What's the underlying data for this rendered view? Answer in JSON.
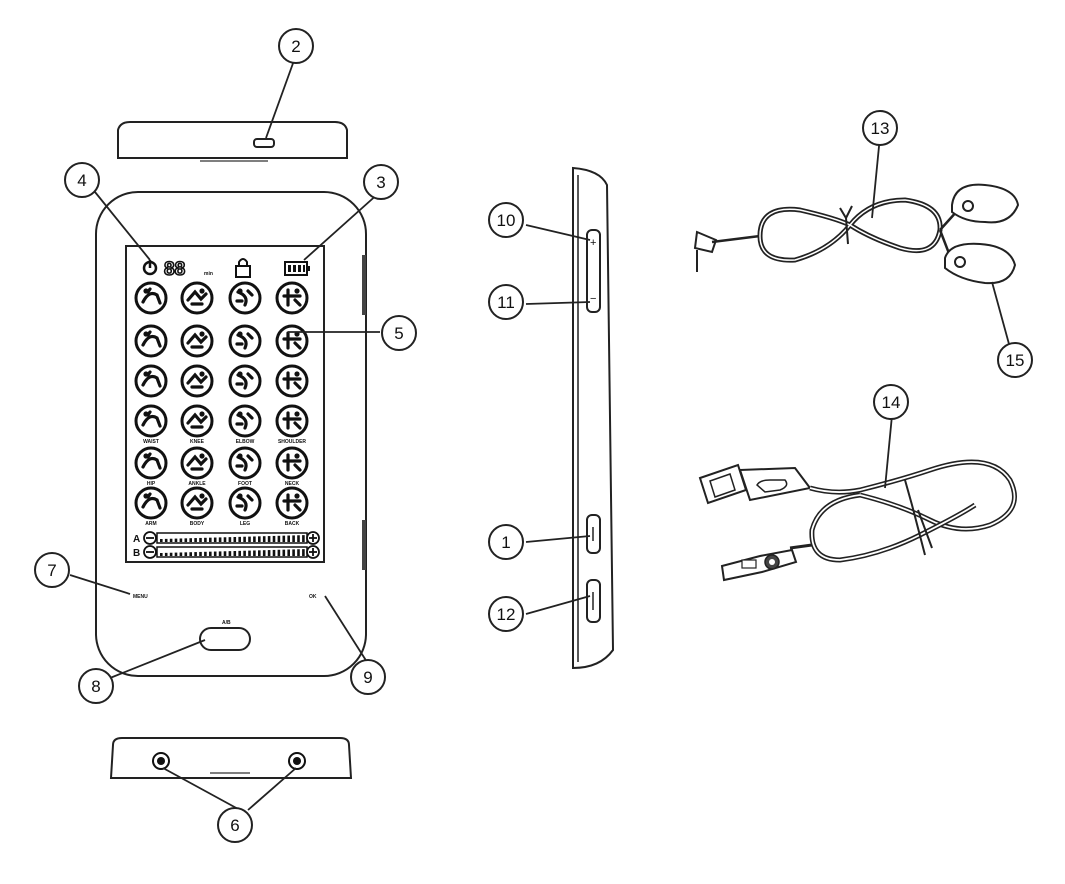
{
  "callouts": [
    {
      "id": "1",
      "label": "1"
    },
    {
      "id": "2",
      "label": "2"
    },
    {
      "id": "3",
      "label": "3"
    },
    {
      "id": "4",
      "label": "4"
    },
    {
      "id": "5",
      "label": "5"
    },
    {
      "id": "6",
      "label": "6"
    },
    {
      "id": "7",
      "label": "7"
    },
    {
      "id": "8",
      "label": "8"
    },
    {
      "id": "9",
      "label": "9"
    },
    {
      "id": "10",
      "label": "10"
    },
    {
      "id": "11",
      "label": "11"
    },
    {
      "id": "12",
      "label": "12"
    },
    {
      "id": "13",
      "label": "13"
    },
    {
      "id": "14",
      "label": "14"
    },
    {
      "id": "15",
      "label": "15"
    }
  ],
  "screen": {
    "timer_digits": "88",
    "timer_unit": "min",
    "channel_a": "A",
    "channel_b": "B",
    "row4_labels": [
      "WAIST",
      "KNEE",
      "ELBOW",
      "SHOULDER"
    ],
    "row5_labels": [
      "HIP",
      "ANKLE",
      "FOOT",
      "NECK"
    ],
    "row6_labels": [
      "ARM",
      "BODY",
      "LEG",
      "BACK"
    ]
  },
  "device": {
    "label_left": "MENU",
    "label_right": "OK",
    "center_button_label": "A/B"
  },
  "side_buttons": {
    "plus": "+",
    "minus": "−"
  }
}
